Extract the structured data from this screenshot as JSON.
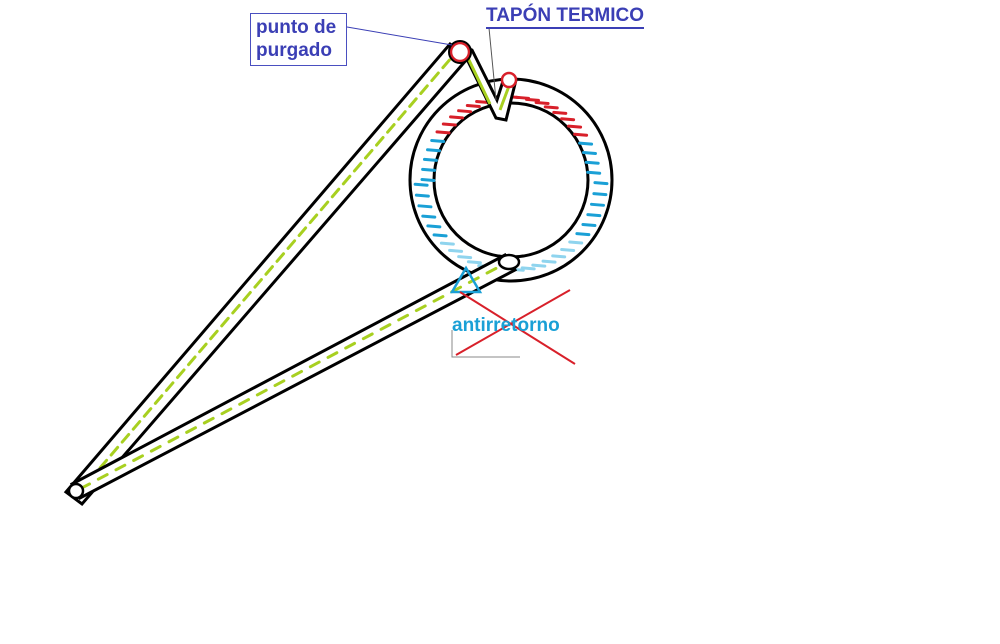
{
  "labels": {
    "purge_line1": "punto de",
    "purge_line2": "purgado",
    "thermal_plug": "TAPÓN TERMICO",
    "check_valve": "antirretorno"
  },
  "colors": {
    "outline": "#000000",
    "pipe_fill": "#a8d020",
    "hot": "#d8202a",
    "cold": "#1aa0d6",
    "cold_light": "#8fd4ee",
    "label_blue": "#3b3fb5",
    "cross": "#d8202a"
  },
  "icons": {
    "check_valve": "triangle-icon",
    "cross": "cross-mark-icon"
  }
}
